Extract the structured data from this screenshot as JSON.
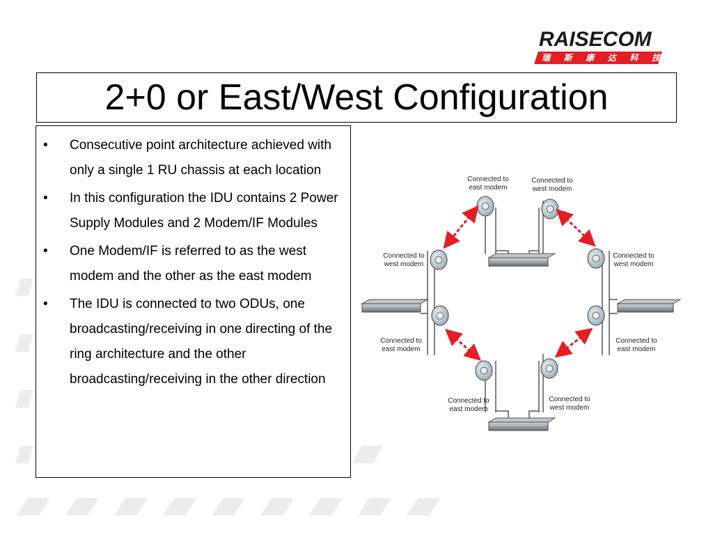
{
  "logo": {
    "wordmark": "RAISECOM",
    "chinese": [
      "瑞",
      "斯",
      "康",
      "达",
      "科",
      "技"
    ]
  },
  "title": "2+0 or East/West Configuration",
  "bullets": [
    "Consecutive point architecture achieved with only a single 1 RU chassis at each location",
    "In this configuration the IDU contains 2 Power Supply Modules and 2 Modem/IF Modules",
    "One Modem/IF is referred to as the west modem and the other as the east modem",
    "The IDU is connected to two ODUs, one broadcasting/receiving in one directing of the ring architecture and the other broadcasting/receiving in the other direction"
  ],
  "diagram": {
    "labels": {
      "top_left": [
        "Connected to",
        "east modem"
      ],
      "top_right": [
        "Connected to",
        "west modem"
      ],
      "left_upper": [
        "Connected to",
        "west modem"
      ],
      "right_upper": [
        "Connected to",
        "west modem"
      ],
      "left_lower": [
        "Connected to",
        "east modem"
      ],
      "right_lower": [
        "Connected to",
        "east modem"
      ],
      "bottom_left": [
        "Connected to",
        "east modem"
      ],
      "bottom_right": [
        "Connected to",
        "west modem"
      ]
    },
    "colors": {
      "link_arrow": "#e31e24",
      "dish": "#c9d3da",
      "chassis": "#8a8f94"
    }
  }
}
